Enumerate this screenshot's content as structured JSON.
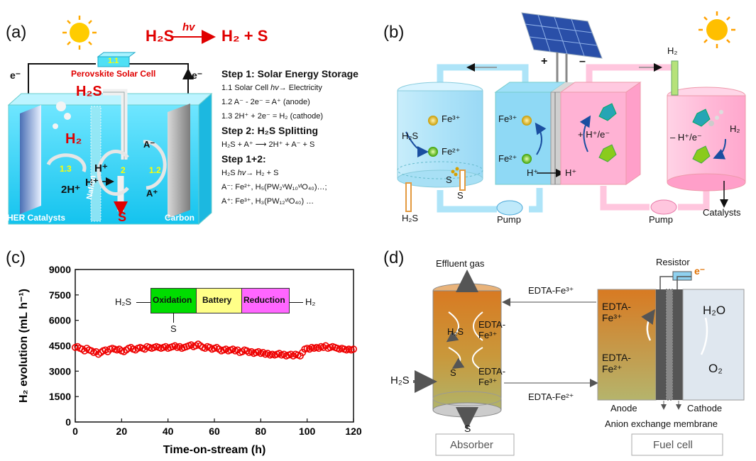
{
  "panel_a": {
    "label": "(a)",
    "title_h2s": "H₂S",
    "title_hv": "hv",
    "title_products": "H₂ + S",
    "solar_cell_tag": "1.1",
    "solar_cell_label": "Perovskite Solar Cell",
    "e_left": "e⁻",
    "e_right": "e⁻",
    "h2s_in": "H₂S",
    "h2_out": "H₂",
    "step_13": "1.3",
    "step_2": "2",
    "step_12": "1.2",
    "h_plus_1": "H⁺",
    "h_plus_2": "H⁺",
    "two_h_plus": "2H⁺",
    "a_minus": "A⁻",
    "a_plus": "A⁺",
    "s_out": "S",
    "her_label": "HER Catalysts",
    "nafion_label": "Nafion",
    "carbon_label": "Carbon",
    "steps": {
      "s1_title": "Step 1: Solar Energy Storage",
      "s1_1a": "1.1 Solar Cell",
      "s1_1hv": "hv",
      "s1_1b": "Electricity",
      "s1_2": "1.2 A⁻ - 2e⁻ = A⁺ (anode)",
      "s1_3": "1.3 2H⁺ + 2e⁻ = H₂ (cathode)",
      "s2_title": "Step 2: H₂S Splitting",
      "s2_eq_a": "H₂S + A⁺",
      "s2_eq_b": "2H⁺ + A⁻ + S",
      "s12_title": "Step 1+2:",
      "s12_a": "H₂S",
      "s12_hv": "hv",
      "s12_b": "H₂ + S",
      "a_minus_line": "A⁻: Fe²⁺, H₅(PW₂ᵛW₁₀ᵛᴵO₄₀)…;",
      "a_plus_line": "A⁺: Fe³⁺, H₃(PW₁₂ᵛᴵO₄₀) …"
    }
  },
  "panel_b": {
    "label": "(b)",
    "plus": "+",
    "minus": "–",
    "fe3_left": "Fe³⁺",
    "fe2_left": "Fe²⁺",
    "h2s_in": "H₂S",
    "s_left": "S",
    "s_tube": "S",
    "h2s_bottom": "H₂S",
    "pump_left": "Pump",
    "fe3_mid": "Fe³⁺",
    "fe2_mid": "Fe²⁺",
    "h_plus_a": "H⁺",
    "h_plus_b": "H⁺",
    "plus_he": "+ H⁺/e⁻",
    "minus_he": "– H⁺/e⁻",
    "h2_top": "H₂",
    "h2_right": "H₂",
    "pump_right": "Pump",
    "catalysts": "Catalysts"
  },
  "panel_c": {
    "label": "(c)",
    "inset": {
      "h2s": "H₂S",
      "oxidation": "Oxidation",
      "battery": "Battery",
      "reduction": "Reduction",
      "h2": "H₂",
      "s": "S"
    },
    "colors": {
      "oxidation": "#00dd00",
      "battery": "#ffff88",
      "reduction": "#ff66ff",
      "series": "#ee0000"
    }
  },
  "panel_d": {
    "label": "(d)",
    "effluent": "Effluent gas",
    "h2s_abs": "H₂S",
    "edta_fe3_abs": "EDTA-\nFe³⁺",
    "s_abs": "S",
    "edta_fe3_abs2": "EDTA-\nFe³⁺",
    "h2s_in": "H₂S",
    "s_out": "S",
    "absorber": "Absorber",
    "edta_fe3_top": "EDTA-Fe³⁺",
    "edta_fe2_bottom": "EDTA-Fe²⁺",
    "resistor": "Resistor",
    "e_minus": "e⁻",
    "edta_fe3_fc": "EDTA-\nFe³⁺",
    "edta_fe2_fc": "EDTA-\nFe²⁺",
    "h2o": "H₂O",
    "o2": "O₂",
    "anode": "Anode",
    "cathode": "Cathode",
    "aem": "Anion exchange membrane",
    "fuel_cell": "Fuel cell"
  },
  "chart_data": {
    "type": "scatter",
    "xlabel": "Time-on-stream (h)",
    "ylabel": "H₂ evolution (mL h⁻¹)",
    "xlim": [
      0,
      120
    ],
    "ylim": [
      0,
      9000
    ],
    "xticks": [
      0,
      20,
      40,
      60,
      80,
      100,
      120
    ],
    "yticks": [
      0,
      1500,
      3000,
      4500,
      6000,
      7500,
      9000
    ],
    "x": [
      0,
      1,
      2,
      3,
      4,
      5,
      6,
      7,
      8,
      9,
      10,
      11,
      12,
      13,
      14,
      15,
      16,
      17,
      18,
      19,
      20,
      21,
      22,
      23,
      24,
      25,
      26,
      27,
      28,
      29,
      30,
      31,
      32,
      33,
      34,
      35,
      36,
      37,
      38,
      39,
      40,
      41,
      42,
      43,
      44,
      45,
      46,
      47,
      48,
      49,
      50,
      51,
      52,
      53,
      54,
      55,
      56,
      57,
      58,
      59,
      60,
      61,
      62,
      63,
      64,
      65,
      66,
      67,
      68,
      69,
      70,
      71,
      72,
      73,
      74,
      75,
      76,
      77,
      78,
      79,
      80,
      81,
      82,
      83,
      84,
      85,
      86,
      87,
      88,
      89,
      90,
      91,
      92,
      93,
      94,
      95,
      96,
      97,
      98,
      99,
      100,
      101,
      102,
      103,
      104,
      105,
      106,
      107,
      108,
      109,
      110,
      111,
      112,
      113,
      114,
      115,
      116,
      117,
      118,
      119,
      120
    ],
    "y": [
      4400,
      4450,
      4350,
      4300,
      4200,
      4350,
      4250,
      4200,
      4100,
      4150,
      4000,
      4100,
      4200,
      4250,
      4150,
      4300,
      4350,
      4300,
      4250,
      4300,
      4200,
      4150,
      4250,
      4350,
      4400,
      4300,
      4250,
      4350,
      4400,
      4350,
      4300,
      4450,
      4400,
      4350,
      4400,
      4450,
      4400,
      4350,
      4400,
      4450,
      4350,
      4400,
      4450,
      4500,
      4400,
      4450,
      4350,
      4400,
      4450,
      4500,
      4550,
      4450,
      4500,
      4600,
      4500,
      4400,
      4350,
      4450,
      4400,
      4300,
      4350,
      4400,
      4300,
      4200,
      4250,
      4300,
      4200,
      4250,
      4300,
      4200,
      4250,
      4100,
      4150,
      4250,
      4200,
      4100,
      4150,
      4050,
      4100,
      4150,
      4050,
      4100,
      4000,
      4050,
      3950,
      4000,
      3950,
      4000,
      4050,
      3950,
      4000,
      3900,
      3950,
      4000,
      3900,
      4000,
      3950,
      3900,
      4100,
      4300,
      4350,
      4300,
      4400,
      4350,
      4400,
      4350,
      4450,
      4400,
      4500,
      4350,
      4400,
      4450,
      4400,
      4350,
      4300,
      4350,
      4300,
      4250,
      4300,
      4250,
      4300
    ]
  }
}
